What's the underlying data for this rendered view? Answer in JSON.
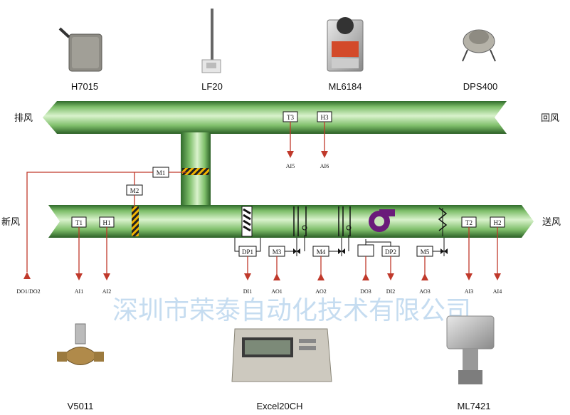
{
  "products_top": [
    "H7015",
    "LF20",
    "ML6184",
    "DPS400"
  ],
  "products_bottom": [
    "V5011",
    "Excel20CH",
    "ML7421"
  ],
  "duct_labels": {
    "exhaust": "排风",
    "return": "回风",
    "fresh": "新风",
    "supply": "送风"
  },
  "sensor_boxes": {
    "T3": "T3",
    "H3": "H3",
    "M1": "M1",
    "M2": "M2",
    "T1": "T1",
    "H1": "H1",
    "DP1": "DP1",
    "M3": "M3",
    "M4": "M4",
    "DP2": "DP2",
    "M5": "M5",
    "T2": "T2",
    "H2": "H2"
  },
  "signals": {
    "AI5": "AI5",
    "AI6": "AI6",
    "DO1_DO2": "DO1/DO2",
    "AI1": "AI1",
    "AI2": "AI2",
    "DI1": "DI1",
    "AO1": "AO1",
    "AO2": "AO2",
    "DO3": "DO3",
    "DI2": "DI2",
    "AO3": "AO3",
    "AI3": "AI3",
    "AI4": "AI4"
  },
  "watermark": "深圳市荣泰自动化技术有限公司",
  "colors": {
    "duct": "#7fbf6b",
    "signal": "#c0392b",
    "watermark": "#bcd6ee"
  }
}
